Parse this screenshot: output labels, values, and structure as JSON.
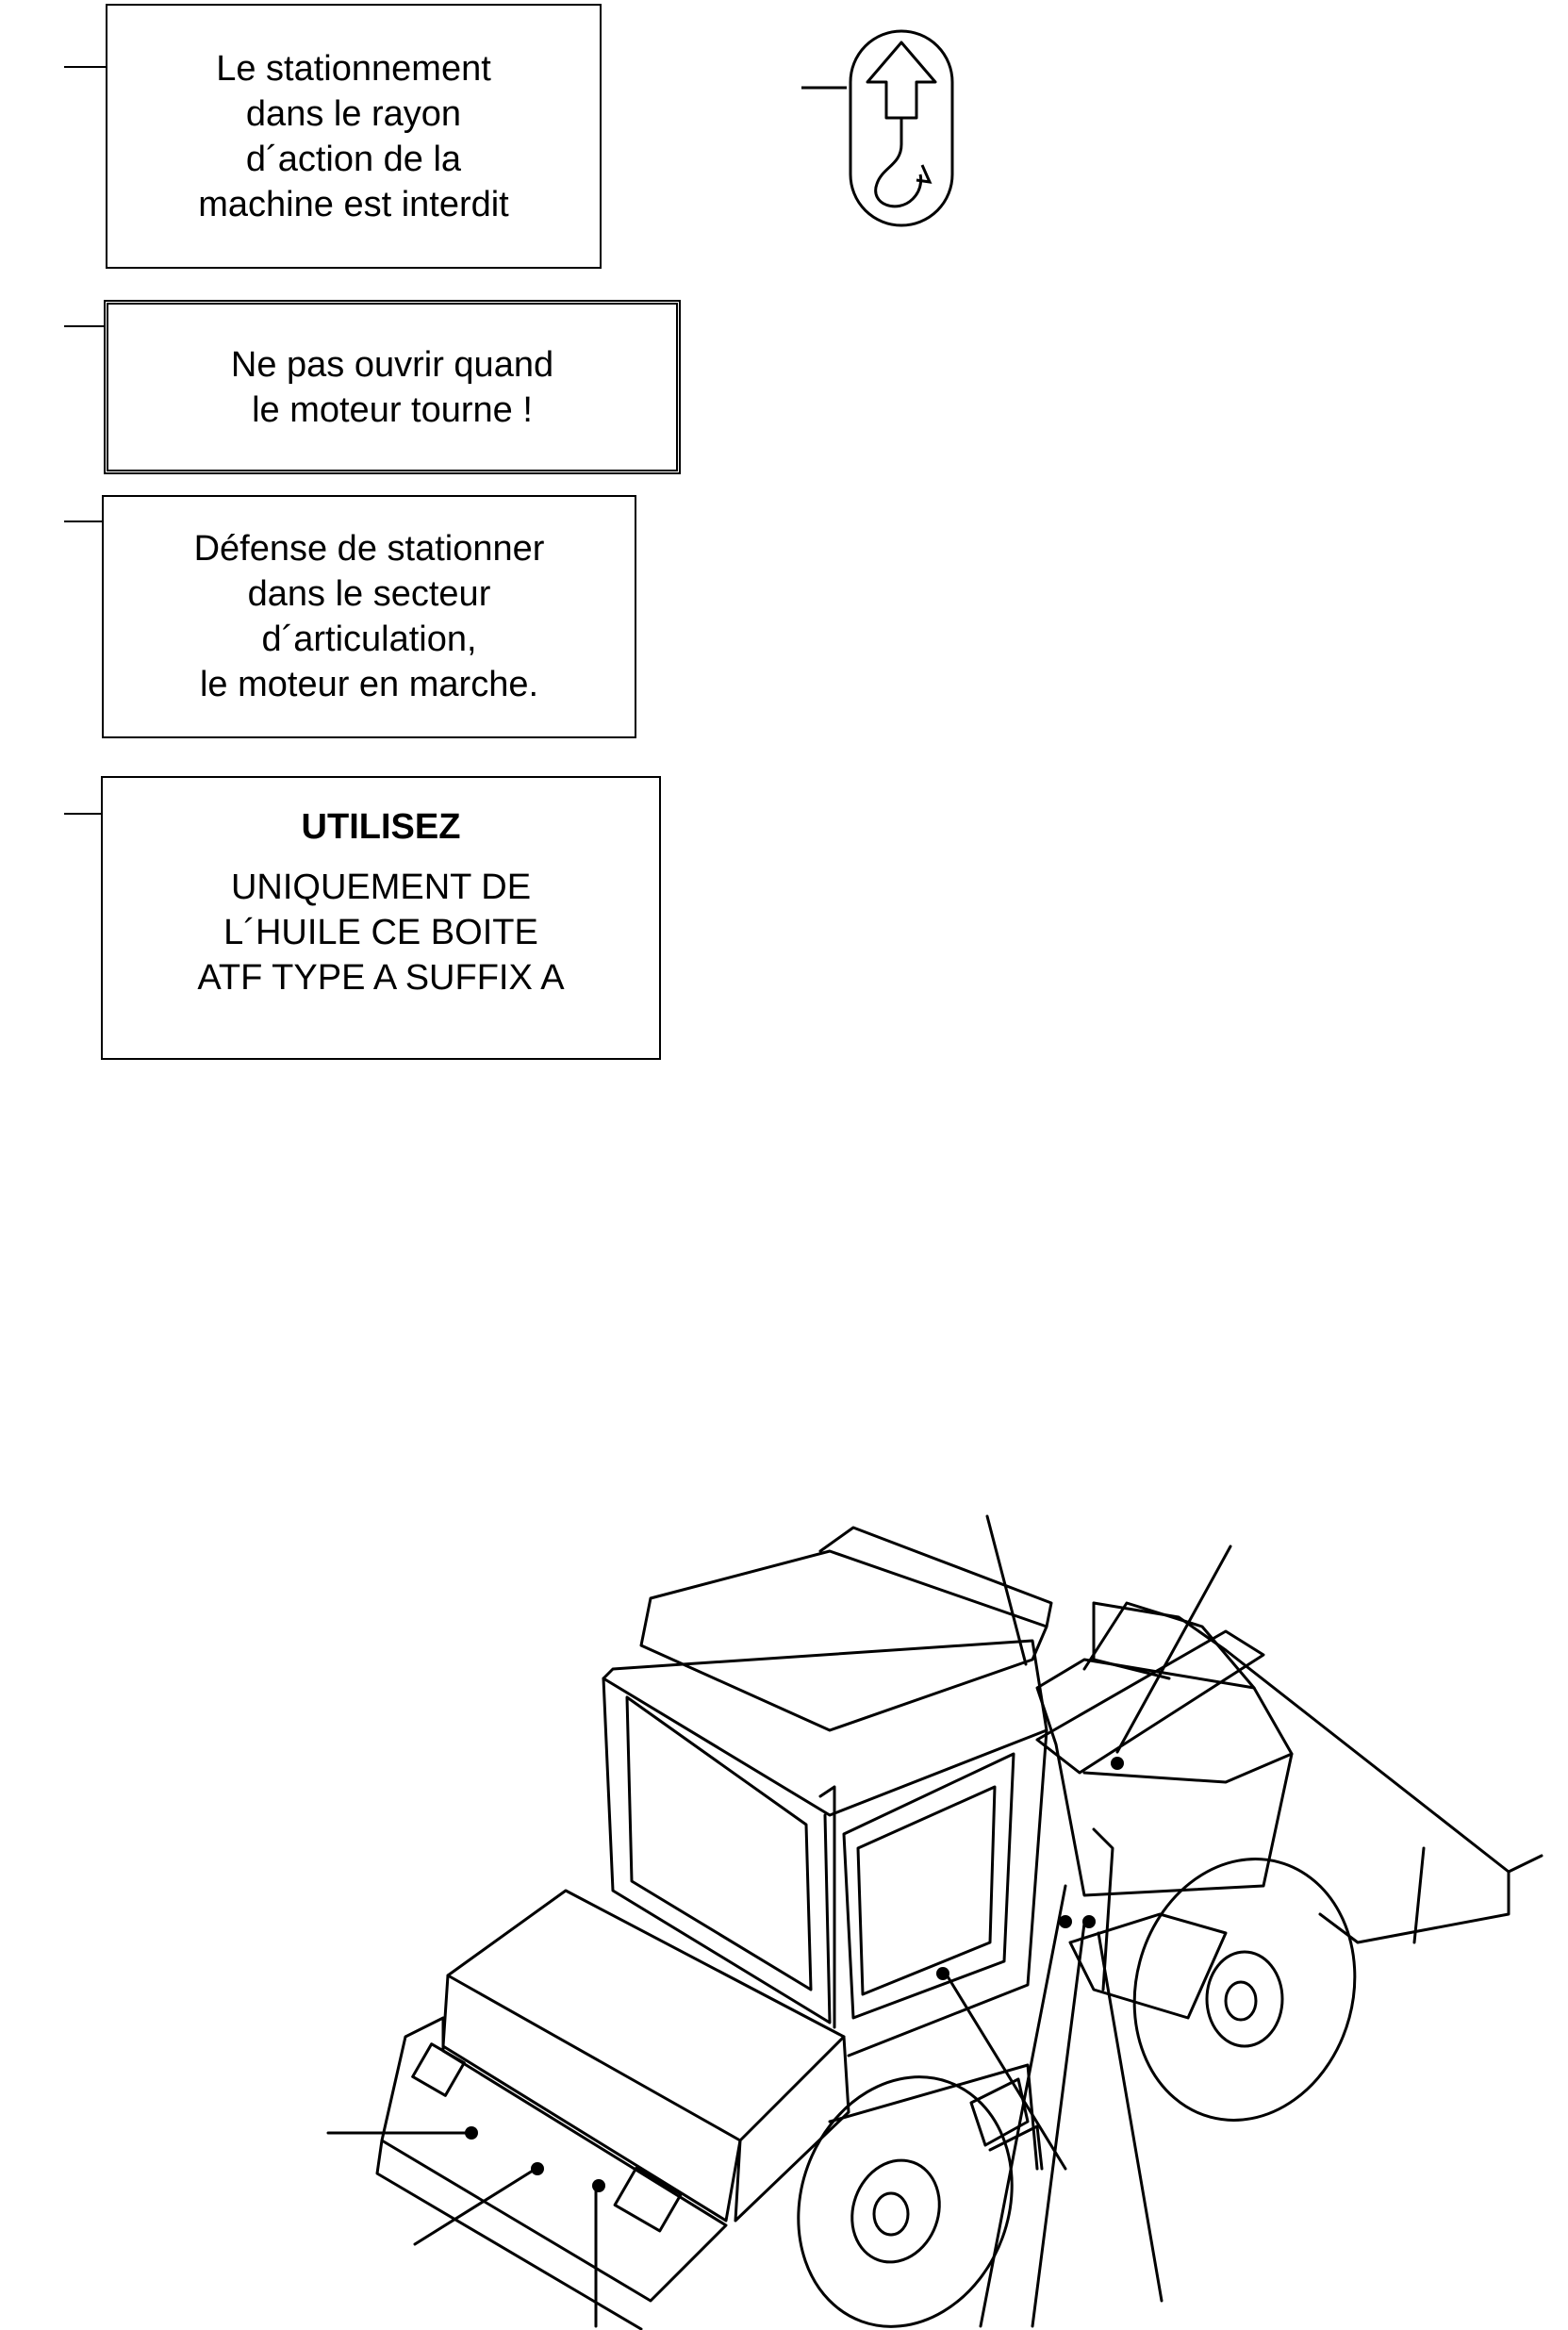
{
  "labels": [
    {
      "name": "no-standing-label",
      "lines": [
        "Le stationnement",
        "dans le rayon",
        "d´action de la",
        "machine est interdit"
      ]
    },
    {
      "name": "do-not-open-label",
      "lines": [
        "Ne pas ouvrir quand",
        "le moteur tourne !"
      ]
    },
    {
      "name": "articulation-zone-label",
      "lines": [
        "Défense de stationner",
        "dans le secteur",
        "d´articulation,",
        "le moteur en marche."
      ]
    },
    {
      "name": "oil-type-label",
      "heading": "UTILISEZ",
      "lines": [
        "UNIQUEMENT DE",
        "L´HUILE CE BOITE",
        "ATF TYPE A SUFFIX A"
      ]
    }
  ],
  "icons": {
    "lifting_hook": "lifting-hook-icon",
    "machine": "wheel-loader-illustration"
  }
}
